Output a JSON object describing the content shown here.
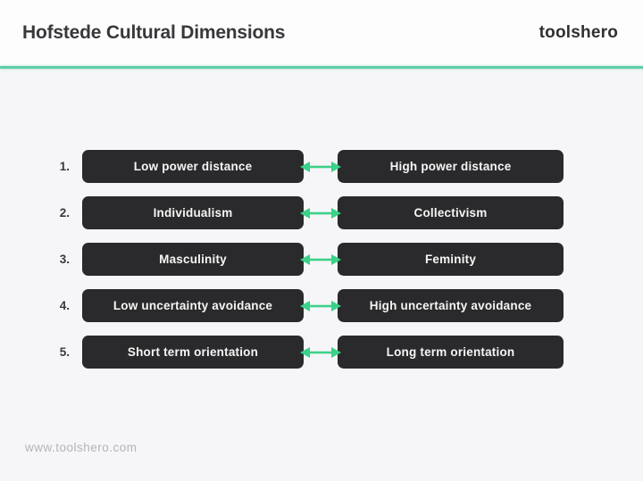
{
  "header": {
    "title": "Hofstede Cultural Dimensions",
    "brand": "toolshero"
  },
  "rows": [
    {
      "num": "1.",
      "left": "Low power distance",
      "right": "High power distance"
    },
    {
      "num": "2.",
      "left": "Individualism",
      "right": "Collectivism"
    },
    {
      "num": "3.",
      "left": "Masculinity",
      "right": "Feminity"
    },
    {
      "num": "4.",
      "left": "Low uncertainty avoidance",
      "right": "High uncertainty avoidance"
    },
    {
      "num": "5.",
      "left": "Short term orientation",
      "right": "Long term orientation"
    }
  ],
  "footer": {
    "url": "www.toolshero.com"
  },
  "icons": {
    "arrow": "double-headed-arrow"
  },
  "colors": {
    "divider_green": "#5fcfa6",
    "arrow_green": "#3bd189",
    "box_background": "#2a2a2c",
    "box_text": "#f5f5f5",
    "header_background": "#fdfdfd",
    "main_background": "#f6f6f8",
    "number_text": "#3a3a3a",
    "footer_text": "#b4b4b6"
  }
}
